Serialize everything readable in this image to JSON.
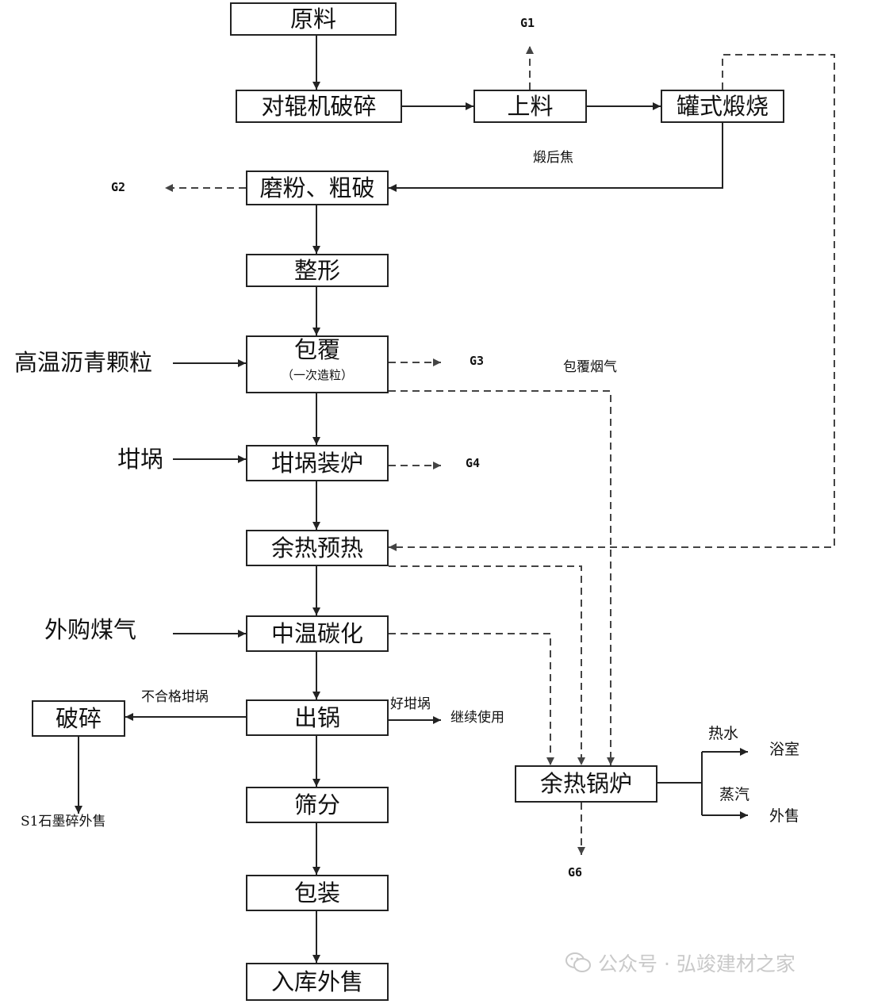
{
  "process": {
    "raw": "原料",
    "crush": "对辊机破碎",
    "feed": "上料",
    "calcine": "罐式煅烧",
    "mill": "磨粉、粗破",
    "shape": "整形",
    "coat": "包覆",
    "coat_sub": "（一次造粒）",
    "load": "坩埚装炉",
    "preheat": "余热预热",
    "carbonize": "中温碳化",
    "discharge": "出锅",
    "screen": "筛分",
    "pack": "包装",
    "store": "入库外售",
    "break": "破碎",
    "boiler": "余热锅炉"
  },
  "inputs": {
    "pitch": "高温沥青颗粒",
    "crucible": "坩埚",
    "gas": "外购煤气"
  },
  "labels": {
    "calcined_coke": "煅后焦",
    "coating_fume": "包覆烟气",
    "bad_crucible": "不合格坩埚",
    "good_crucible": "好坩埚",
    "reuse": "继续使用",
    "s1": "S1石墨碎外售",
    "hot_water": "热水",
    "bathroom": "浴室",
    "steam": "蒸汽",
    "sale": "外售"
  },
  "emissions": {
    "g1": "G1",
    "g2": "G2",
    "g3": "G3",
    "g4": "G4",
    "g6": "G6"
  },
  "watermark": {
    "text": "公众号 · 弘竣建材之家",
    "icon": "wechat-icon"
  },
  "colors": {
    "line": "#222222",
    "dashed": "#444444",
    "watermark": "#c9c9c9"
  }
}
